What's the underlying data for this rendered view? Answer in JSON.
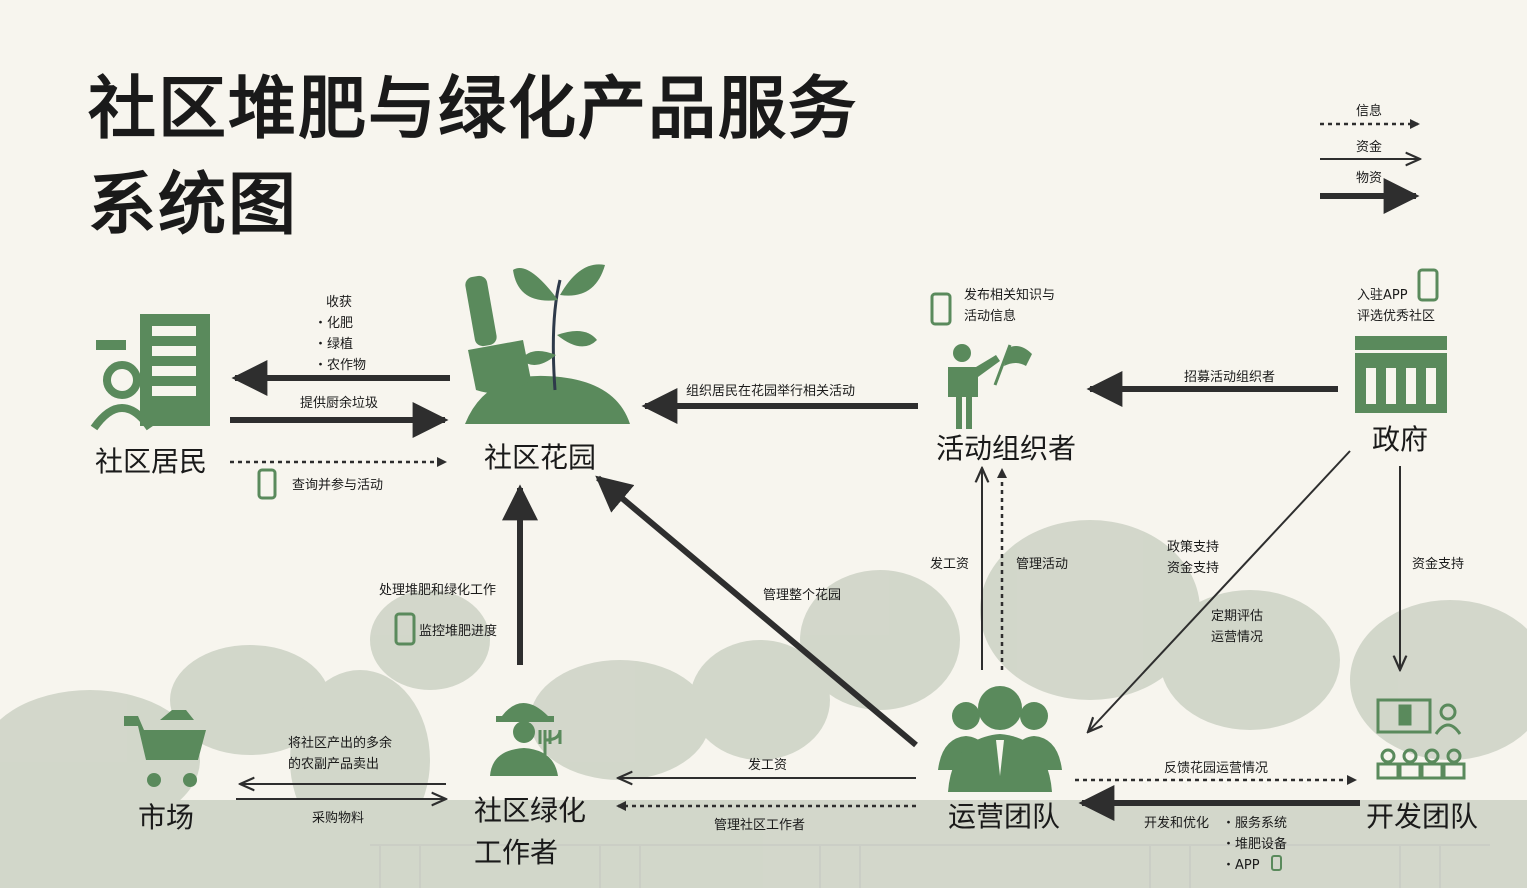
{
  "title": {
    "line1": "社区堆肥与绿化产品服务",
    "line2": "系统图"
  },
  "legend": {
    "info": "信息",
    "money": "资金",
    "goods": "物资"
  },
  "nodes": {
    "residents": "社区居民",
    "garden": "社区花园",
    "organizer": "活动组织者",
    "government": "政府",
    "market": "市场",
    "greener_line1": "社区绿化",
    "greener_line2": "工作者",
    "ops": "运营团队",
    "dev": "开发团队"
  },
  "labels": {
    "harvest": "收获",
    "harvest_item1": "・化肥",
    "harvest_item2": "・绿植",
    "harvest_item3": "・农作物",
    "kitchen_waste": "提供厨余垃圾",
    "query_join": "查询并参与活动",
    "organize": "组织居民在花园举行相关活动",
    "publish_line1": "发布相关知识与",
    "publish_line2": "活动信息",
    "recruit": "招募活动组织者",
    "app_line1": "入驻APP",
    "app_line2": "评选优秀社区",
    "process": "处理堆肥和绿化工作",
    "monitor": "监控堆肥进度",
    "manage_garden": "管理整个花园",
    "pay1": "发工资",
    "manage_activity": "管理活动",
    "policy_line1": "政策支持",
    "policy_line2": "资金支持",
    "evaluate_line1": "定期评估",
    "evaluate_line2": "运营情况",
    "funding": "资金支持",
    "sell_line1": "将社区产出的多余",
    "sell_line2": "的农副产品卖出",
    "purchase": "采购物料",
    "pay2": "发工资",
    "manage_workers": "管理社区工作者",
    "feedback": "反馈花园运营情况",
    "develop": "开发和优化",
    "develop_item1": "・服务系统",
    "develop_item2": "・堆肥设备",
    "develop_item3": "・APP"
  },
  "colors": {
    "accent": "#5a8a5c",
    "arrow": "#3a3a3a",
    "background": "#f7f5ee"
  },
  "icons": [
    "building-icon",
    "plant-icon",
    "person-flag-icon",
    "government-icon",
    "cart-icon",
    "farmer-icon",
    "team-icon",
    "dev-team-icon",
    "phone-icon"
  ]
}
